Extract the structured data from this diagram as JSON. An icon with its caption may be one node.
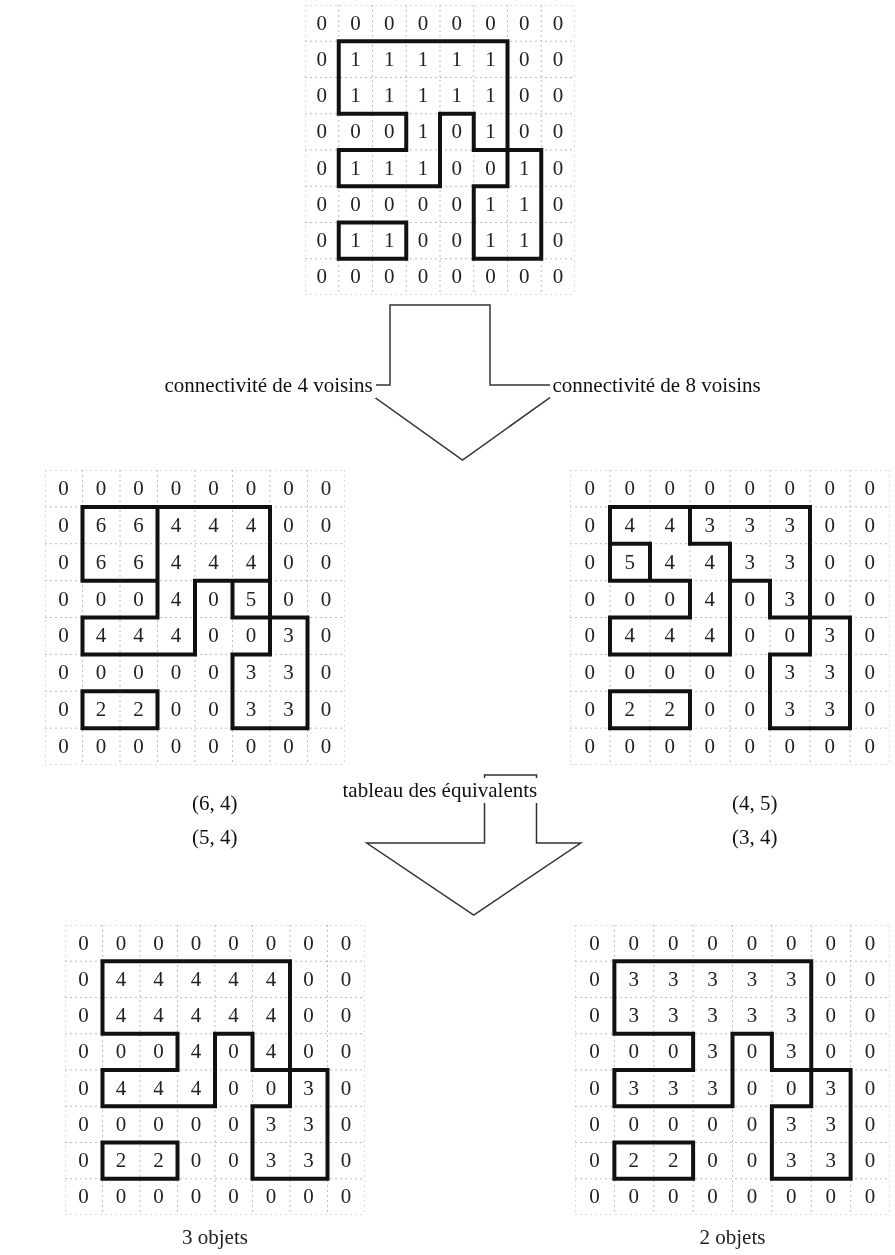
{
  "diagram": {
    "nodes": [
      {
        "text": [
          "0",
          "0",
          "0",
          "0",
          "0",
          "0",
          "0",
          "0",
          "0",
          "1",
          "1",
          "1",
          "1",
          "1",
          "0",
          "0",
          "0",
          "1",
          "1",
          "1",
          "1",
          "1",
          "0",
          "0",
          "0",
          "0",
          "0",
          "1",
          "0",
          "1",
          "0",
          "0",
          "0",
          "1",
          "1",
          "1",
          "0",
          "0",
          "1",
          "0",
          "0",
          "0",
          "0",
          "0",
          "0",
          "1",
          "1",
          "0",
          "0",
          "1",
          "1",
          "0",
          "0",
          "1",
          "1",
          "0",
          "0",
          "0",
          "0",
          "0",
          "0",
          "0",
          "0",
          "0"
        ]
      },
      {
        "text": [
          "0",
          "0",
          "0",
          "0",
          "0",
          "0",
          "0",
          "0",
          "0",
          "6",
          "6",
          "4",
          "4",
          "4",
          "0",
          "0",
          "0",
          "6",
          "6",
          "4",
          "4",
          "4",
          "0",
          "0",
          "0",
          "0",
          "0",
          "4",
          "0",
          "5",
          "0",
          "0",
          "0",
          "4",
          "4",
          "4",
          "0",
          "0",
          "3",
          "0",
          "0",
          "0",
          "0",
          "0",
          "0",
          "3",
          "3",
          "0",
          "0",
          "2",
          "2",
          "0",
          "0",
          "3",
          "3",
          "0",
          "0",
          "0",
          "0",
          "0",
          "0",
          "0",
          "0",
          "0"
        ]
      },
      {
        "text": [
          "0",
          "0",
          "0",
          "0",
          "0",
          "0",
          "0",
          "0",
          "0",
          "4",
          "4",
          "3",
          "3",
          "3",
          "0",
          "0",
          "0",
          "5",
          "4",
          "4",
          "3",
          "3",
          "0",
          "0",
          "0",
          "0",
          "0",
          "4",
          "0",
          "3",
          "0",
          "0",
          "0",
          "4",
          "4",
          "4",
          "0",
          "0",
          "3",
          "0",
          "0",
          "0",
          "0",
          "0",
          "0",
          "3",
          "3",
          "0",
          "0",
          "2",
          "2",
          "0",
          "0",
          "3",
          "3",
          "0",
          "0",
          "0",
          "0",
          "0",
          "0",
          "0",
          "0",
          "0"
        ]
      },
      {
        "text": [
          "0",
          "0",
          "0",
          "0",
          "0",
          "0",
          "0",
          "0",
          "0",
          "4",
          "4",
          "4",
          "4",
          "4",
          "0",
          "0",
          "0",
          "4",
          "4",
          "4",
          "4",
          "4",
          "0",
          "0",
          "0",
          "0",
          "0",
          "4",
          "0",
          "4",
          "0",
          "0",
          "0",
          "4",
          "4",
          "4",
          "0",
          "0",
          "3",
          "0",
          "0",
          "0",
          "0",
          "0",
          "0",
          "3",
          "3",
          "0",
          "0",
          "2",
          "2",
          "0",
          "0",
          "3",
          "3",
          "0",
          "0",
          "0",
          "0",
          "0",
          "0",
          "0",
          "0",
          "0"
        ],
        "beside": [
          "3 objets"
        ]
      },
      {
        "text": [
          "0",
          "0",
          "0",
          "0",
          "0",
          "0",
          "0",
          "0",
          "0",
          "3",
          "3",
          "3",
          "3",
          "3",
          "0",
          "0",
          "0",
          "3",
          "3",
          "3",
          "3",
          "3",
          "0",
          "0",
          "0",
          "0",
          "0",
          "3",
          "0",
          "3",
          "0",
          "0",
          "0",
          "3",
          "3",
          "3",
          "0",
          "0",
          "3",
          "0",
          "0",
          "0",
          "0",
          "0",
          "0",
          "3",
          "3",
          "0",
          "0",
          "2",
          "2",
          "0",
          "0",
          "3",
          "3",
          "0",
          "0",
          "0",
          "0",
          "0",
          "0",
          "0",
          "0",
          "0"
        ],
        "beside": [
          "2 objets"
        ]
      }
    ],
    "edges": [
      {
        "from": 0,
        "to": 1,
        "arrow": "to",
        "label": "connectivité de 4 voisins"
      },
      {
        "from": 0,
        "to": 2,
        "arrow": "to",
        "label": "connectivité de 8 voisins"
      },
      {
        "from": 1,
        "to": 3,
        "arrow": "to"
      },
      {
        "from": 2,
        "to": 4,
        "arrow": "to"
      }
    ],
    "labels": [
      "(6, 4)",
      "tableau des équivalents",
      "(4, 5)",
      "(5, 4)",
      "(3, 4)"
    ]
  }
}
